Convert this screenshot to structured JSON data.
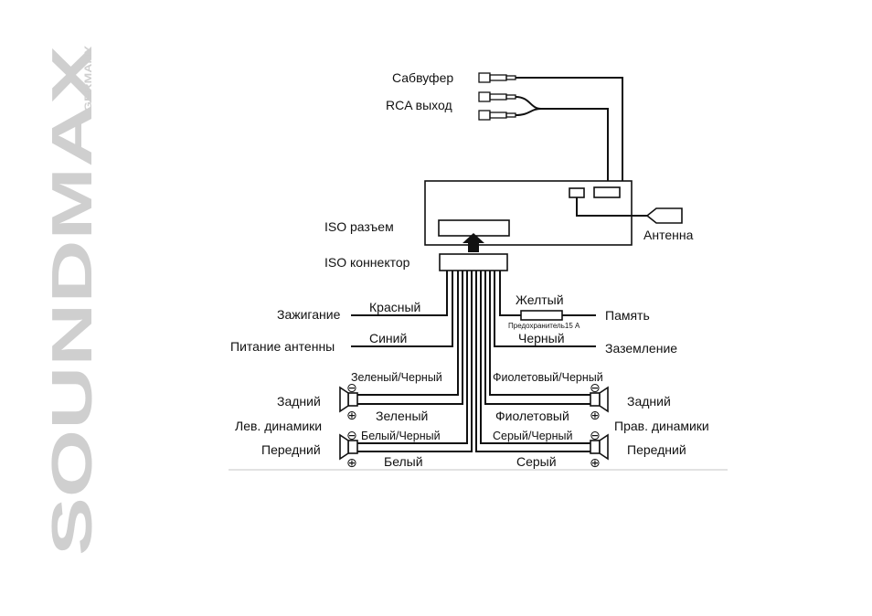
{
  "brand": {
    "name": "SOUNDMAX",
    "sub": "GERMANY",
    "color": "#cfcfcf"
  },
  "labels": {
    "subwoofer": "Сабвуфер",
    "rca_out": "RCA выход",
    "antenna": "Антенна",
    "iso_socket": "ISO разъем",
    "iso_connector": "ISO коннектор",
    "ignition": "Зажигание",
    "red": "Красный",
    "antenna_power": "Питание антенны",
    "blue": "Синий",
    "yellow": "Желтый",
    "fuse": "Предохранитель15 А",
    "memory": "Память",
    "black": "Черный",
    "ground": "Заземление",
    "green_black": "Зеленый/Черный",
    "violet_black": "Фиолетовый/Черный",
    "rear_left": "Задний",
    "rear_right": "Задний",
    "green": "Зеленый",
    "violet": "Фиолетовый",
    "left_speakers": "Лев. динамики",
    "right_speakers": "Прав. динамики",
    "white_black": "Белый/Черный",
    "gray_black": "Серый/Черный",
    "front_left": "Передний",
    "front_right": "Передний",
    "white": "Белый",
    "gray": "Серый"
  },
  "polarity": {
    "minus": "⊖",
    "plus": "⊕"
  },
  "icons": {
    "rca": "rca-plug-icon",
    "speaker": "speaker-icon",
    "antenna_plug": "antenna-plug-icon",
    "arrow": "arrow-up-icon"
  }
}
